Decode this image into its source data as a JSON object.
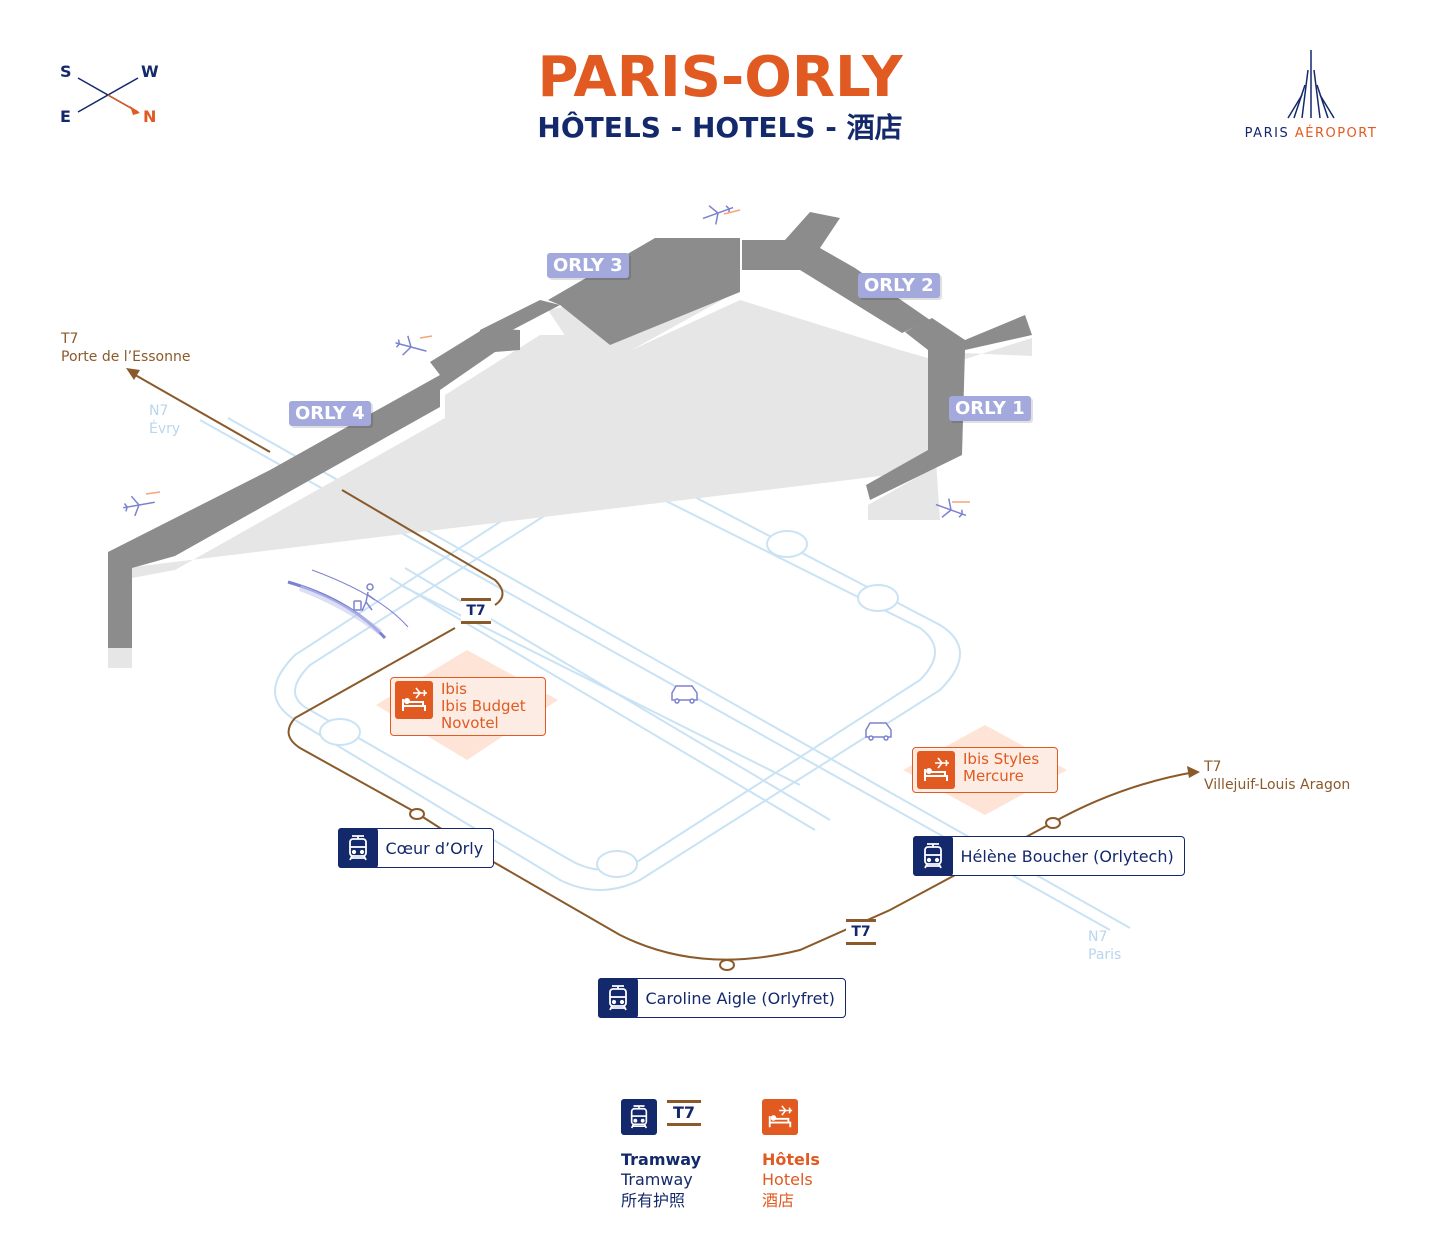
{
  "header": {
    "title": "PARIS-ORLY",
    "subtitle": "HÔTELS - HOTELS - 酒店"
  },
  "compass": {
    "s": "S",
    "w": "W",
    "e": "E",
    "n": "N"
  },
  "logo": {
    "part1": "PARIS",
    "part2": "AÉROPORT"
  },
  "terminals": {
    "orly1": "ORLY 1",
    "orly2": "ORLY 2",
    "orly3": "ORLY 3",
    "orly4": "ORLY 4"
  },
  "destinations": {
    "t7_west_line": "T7",
    "t7_west_name": "Porte de l’Essonne",
    "t7_east_line": "T7",
    "t7_east_name": "Villejuif-Louis Aragon",
    "n7_west_road": "N7",
    "n7_west_name": "Évry",
    "n7_east_road": "N7",
    "n7_east_name": "Paris"
  },
  "t7_badges": {
    "north": "T7",
    "south": "T7"
  },
  "stations": {
    "coeur": "Cœur d’Orly",
    "caroline": "Caroline Aigle (Orlyfret)",
    "helene": "Hélène Boucher (Orlytech)"
  },
  "hotels": {
    "west": [
      "Ibis",
      "Ibis Budget",
      "Novotel"
    ],
    "east": [
      "Ibis Styles",
      "Mercure"
    ]
  },
  "legend": {
    "t7": "T7",
    "tram_fr": "Tramway",
    "tram_en": "Tramway",
    "tram_zh": "所有护照",
    "hotel_fr": "Hôtels",
    "hotel_en": "Hotels",
    "hotel_zh": "酒店"
  },
  "icons": {
    "tram": "tram-icon",
    "hotel": "hotel-icon",
    "plane": "airplane-icon",
    "car": "car-icon",
    "pedestrian": "pedestrian-icon",
    "compass": "compass-icon",
    "logo": "paris-aeroport-logo"
  },
  "colors": {
    "title_orange": "#e05a21",
    "navy": "#14296b",
    "terminal_label": "#a3a9dc",
    "building": "#8c8c8c",
    "tram_line": "#8a5a2a",
    "road": "#c9e3f5"
  }
}
